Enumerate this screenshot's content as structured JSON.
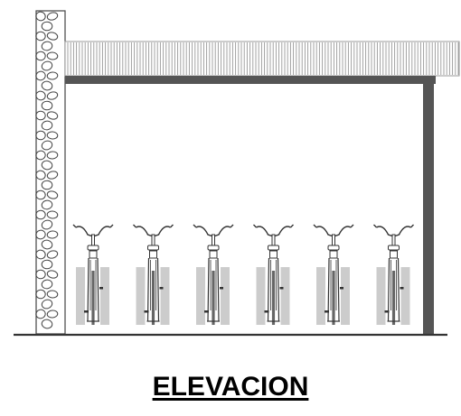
{
  "drawing": {
    "title": "ELEVACION",
    "bicycle_count": 6,
    "colors": {
      "line": "#333333",
      "steel_post": "#555555",
      "roof_hatch": "#999999",
      "panel": "#cccccc",
      "stone_outline": "#444444"
    },
    "elements": {
      "stone_wall": "stone-masonry-wall",
      "roof": "corrugated-roof-sheet",
      "beam": "steel-beam",
      "post": "steel-post",
      "ground": "ground-line",
      "bicycle": "bicycle-elevation-icon"
    }
  }
}
